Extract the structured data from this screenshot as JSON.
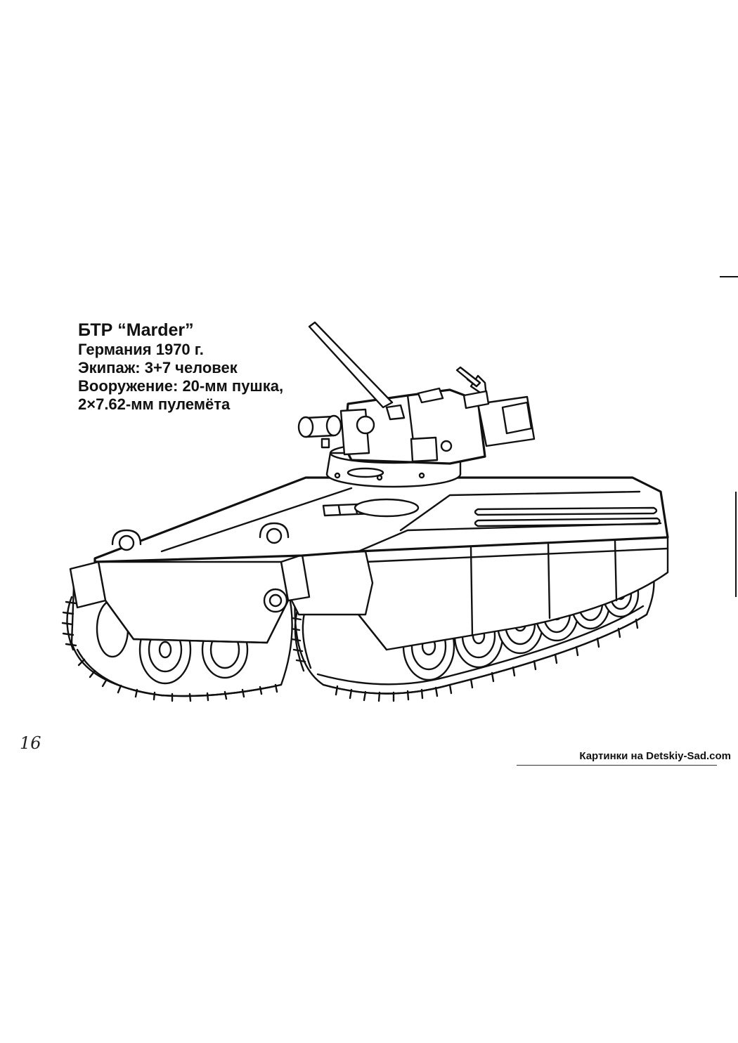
{
  "caption": {
    "title": "БТР “Marder”",
    "country_year": "Германия 1970 г.",
    "crew": "Экипаж: 3+7 человек",
    "armament_line1": "Вооружение: 20-мм пушка,",
    "armament_line2": "2×7.62-мм пулемёта"
  },
  "page_number": "16",
  "footer": {
    "credit": "Картинки на Detskiy-Sad.com"
  },
  "drawing": {
    "subject": "Marder infantry fighting vehicle line-art coloring illustration"
  }
}
